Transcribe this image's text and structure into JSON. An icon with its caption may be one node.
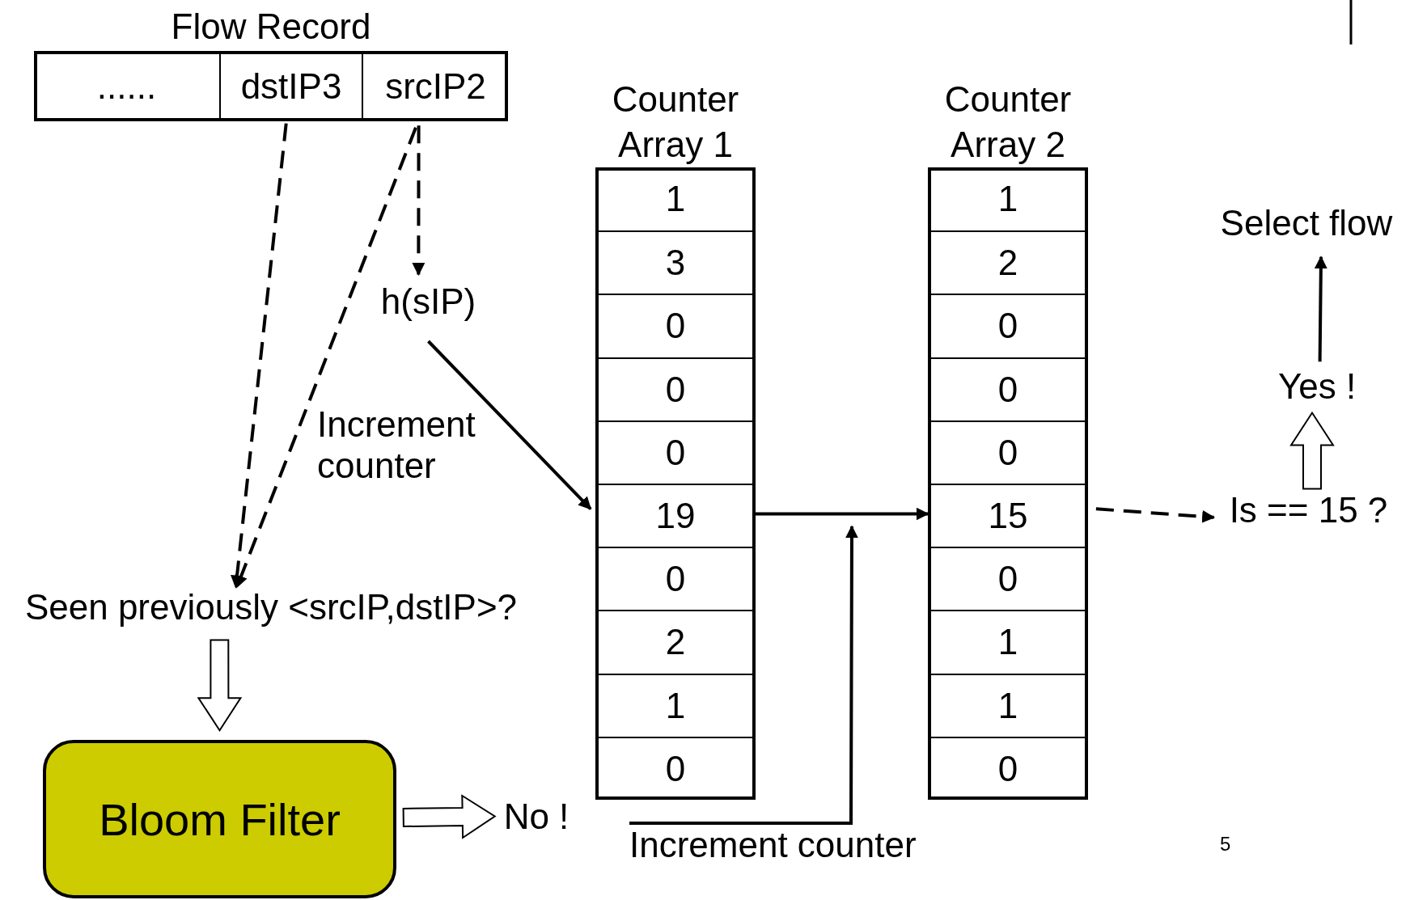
{
  "diagram": {
    "nodes": [
      {
        "text": [
          "Flow Record"
        ]
      },
      {
        "text": [
          "......"
        ],
        "in": 0
      },
      {
        "text": [
          "dstIP3"
        ],
        "in": 0
      },
      {
        "text": [
          "srcIP2"
        ],
        "in": 0
      },
      {
        "text": [
          "Counter Array 1"
        ]
      },
      {
        "text": [
          "1"
        ],
        "in": 4
      },
      {
        "text": [
          "3"
        ],
        "in": 4
      },
      {
        "text": [
          "0"
        ],
        "in": 4
      },
      {
        "text": [
          "0"
        ],
        "in": 4
      },
      {
        "text": [
          "0"
        ],
        "in": 4
      },
      {
        "text": [
          "19"
        ],
        "in": 4
      },
      {
        "text": [
          "0"
        ],
        "in": 4
      },
      {
        "text": [
          "2"
        ],
        "in": 4
      },
      {
        "text": [
          "1"
        ],
        "in": 4
      },
      {
        "text": [
          "0"
        ],
        "in": 4
      },
      {
        "text": [
          "Counter Array 2"
        ]
      },
      {
        "text": [
          "1"
        ],
        "in": 15
      },
      {
        "text": [
          "2"
        ],
        "in": 15
      },
      {
        "text": [
          "0"
        ],
        "in": 15
      },
      {
        "text": [
          "0"
        ],
        "in": 15
      },
      {
        "text": [
          "0"
        ],
        "in": 15
      },
      {
        "text": [
          "15"
        ],
        "in": 15
      },
      {
        "text": [
          "0"
        ],
        "in": 15
      },
      {
        "text": [
          "1"
        ],
        "in": 15
      },
      {
        "text": [
          "1"
        ],
        "in": 15
      },
      {
        "text": [
          "0"
        ],
        "in": 15
      },
      {
        "text": [
          "h(sIP)"
        ]
      },
      {
        "text": [
          "Seen previously <srcIP,dstIP>?"
        ]
      },
      {
        "text": [
          "Bloom Filter"
        ]
      },
      {
        "text": [
          "No !"
        ]
      },
      {
        "text": [
          "Increment counter"
        ]
      },
      {
        "text": [
          "Is == 15 ?"
        ]
      },
      {
        "text": [
          "Yes !"
        ]
      },
      {
        "text": [
          "Select flow"
        ]
      }
    ],
    "edges": [
      {
        "from": 3,
        "to": 26,
        "arrow": "to",
        "style": "dashed"
      },
      {
        "from": 2,
        "to": 27,
        "arrow": "to",
        "style": "dashed"
      },
      {
        "from": 3,
        "to": 27,
        "arrow": "to",
        "style": "dashed"
      },
      {
        "from": 26,
        "to": 10,
        "arrow": "to"
      },
      {
        "from": 10,
        "to": 21,
        "arrow": "to"
      },
      {
        "from": 30,
        "to": null,
        "arrow": "to"
      },
      {
        "from": 21,
        "to": 31,
        "arrow": "to",
        "style": "dashed"
      },
      {
        "from": 31,
        "to": 32,
        "arrow": "to",
        "style": "thick"
      },
      {
        "from": 32,
        "to": 33,
        "arrow": "to"
      },
      {
        "from": 27,
        "to": 28,
        "arrow": "to",
        "style": "thick"
      },
      {
        "from": 28,
        "to": 29,
        "arrow": "to",
        "style": "thick"
      }
    ],
    "labels": [
      "Increment counter",
      "5"
    ]
  }
}
